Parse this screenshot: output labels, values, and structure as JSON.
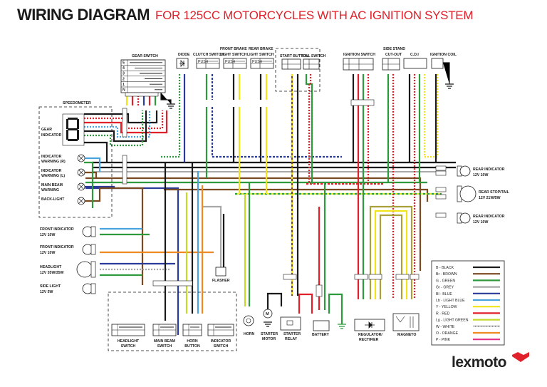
{
  "header": {
    "title": "WIRING DIAGRAM",
    "subtitle": "FOR 125CC MOTORCYCLES WITH AC IGNITION SYSTEM"
  },
  "components": {
    "gear_switch": {
      "label": "GEAR SWITCH",
      "positions": [
        "5",
        "4",
        "3",
        "2",
        "1",
        "N"
      ]
    },
    "diode": {
      "label": "DIODE"
    },
    "clutch_switch": {
      "label": "CLUTCH SWITCH",
      "state": "PUSH"
    },
    "front_brake_switch": {
      "label_1": "FRONT BRAKE",
      "label_2": "LIGHT SWITCH",
      "state": "PUSH"
    },
    "rear_brake_switch": {
      "label_1": "REAR BRAKE",
      "label_2": "LIGHT SWITCH",
      "state": "PUSH"
    },
    "start_button": {
      "label": "START BUTTON"
    },
    "kill_switch": {
      "label": "KILL SWITCH"
    },
    "ignition_switch": {
      "label": "IGNITION SWITCH"
    },
    "side_stand": {
      "label_1": "SIDE STAND",
      "label_2": "CUT-OUT"
    },
    "cdi": {
      "label": "C.D.I"
    },
    "ignition_coil": {
      "label": "IGNITION COIL"
    },
    "speedometer": {
      "label": "SPEEDOMETER",
      "gear_indicator": [
        "GEAR",
        "INDICATOR"
      ],
      "lamps": [
        {
          "line1": "INDICATOR",
          "line2": "WARNING (R)"
        },
        {
          "line1": "INDICATOR",
          "line2": "WARNING (L)"
        },
        {
          "line1": "MAIN BEAM",
          "line2": "WARNING"
        },
        {
          "line1": "BACK-LIGHT",
          "line2": ""
        }
      ]
    },
    "front_lamps": [
      {
        "line1": "FRONT INDICATOR",
        "line2": "12V 10W"
      },
      {
        "line1": "FRONT INDICATOR",
        "line2": "12V 10W"
      },
      {
        "line1": "HEADLIGHT",
        "line2": "12V 35W/35W"
      },
      {
        "line1": "SIDE LIGHT",
        "line2": "12V 5W"
      }
    ],
    "rear_lamps": [
      {
        "line1": "REAR INDICATOR",
        "line2": "12V 10W"
      },
      {
        "line1": "REAR STOP/TAIL",
        "line2": "12V 21W/5W"
      },
      {
        "line1": "REAR INDICATOR",
        "line2": "12V 10W"
      }
    ],
    "flasher": {
      "label": "FLASHER"
    },
    "horn": {
      "label": "HORN"
    },
    "starter_motor": {
      "line1": "STARTER",
      "line2": "MOTOR",
      "symbol": "M"
    },
    "starter_relay": {
      "line1": "STARTER",
      "line2": "RELAY"
    },
    "battery": {
      "label": "BATTERY"
    },
    "regulator": {
      "line1": "REGULATOR/",
      "line2": "RECTIFIER"
    },
    "magneto": {
      "label": "MAGNETO"
    },
    "handlebar_switches": [
      {
        "line1": "HEADLIGHT",
        "line2": "SWITCH"
      },
      {
        "line1": "MAIN BEAM",
        "line2": "SWITCH"
      },
      {
        "line1": "HORN",
        "line2": "BUTTON"
      },
      {
        "line1": "INDICATOR",
        "line2": "SWITCH"
      }
    ]
  },
  "legend": {
    "entries": [
      {
        "code": "B",
        "name": "BLACK",
        "label": "B - BLACK",
        "color": "#1a1a1a"
      },
      {
        "code": "Br",
        "name": "BROWN",
        "label": "Br - BROWN",
        "color": "#7a4a22"
      },
      {
        "code": "G",
        "name": "GREEN",
        "label": "G - GREEN",
        "color": "#2e9a3e"
      },
      {
        "code": "Gr",
        "name": "GREY",
        "label": "Gr - GREY",
        "color": "#a8a8a8"
      },
      {
        "code": "Bl",
        "name": "BLUE",
        "label": "Bl - BLUE",
        "color": "#2b3b9a"
      },
      {
        "code": "Lb",
        "name": "LIGHT BLUE",
        "label": "Lb - LIGHT BLUE",
        "color": "#4aa3dd"
      },
      {
        "code": "Y",
        "name": "YELLOW",
        "label": "Y - YELLOW",
        "color": "#f2e41a"
      },
      {
        "code": "R",
        "name": "RED",
        "label": "R - RED",
        "color": "#e0202a"
      },
      {
        "code": "Lg",
        "name": "LIGHT GREEN",
        "label": "Lg - LIGHT GREEN",
        "color": "#c6d82a"
      },
      {
        "code": "W",
        "name": "WHITE",
        "label": "W - WHITE",
        "color": "#ffffff"
      },
      {
        "code": "O",
        "name": "ORANGE",
        "label": "O - ORANGE",
        "color": "#ee8a22"
      },
      {
        "code": "P",
        "name": "PINK",
        "label": "P - PINK",
        "color": "#e0308a"
      }
    ]
  },
  "brand": {
    "name": "lexmoto",
    "accent": "#e0202a"
  }
}
